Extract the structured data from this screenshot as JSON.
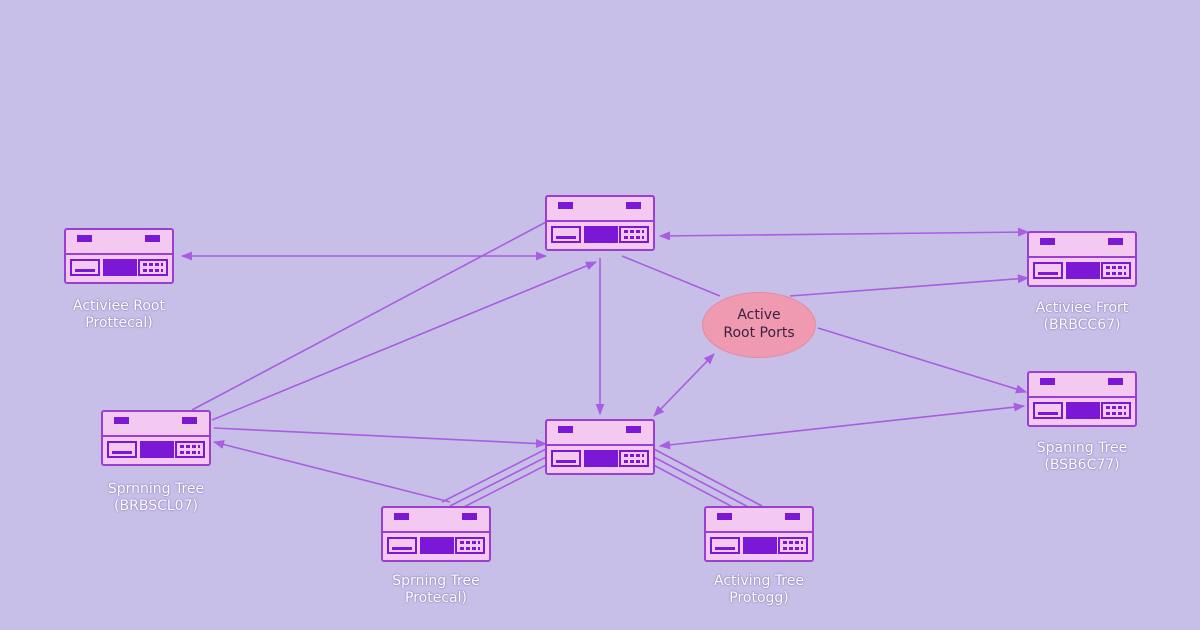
{
  "colors": {
    "background": "#c8bfe8",
    "link": "#a95de0",
    "switch_fill": "#f3c9f1",
    "switch_accent": "#7b18d6",
    "bubble": "#ef9ab0"
  },
  "nodes": [
    {
      "id": "n1",
      "label_line1": "Activiee Root",
      "label_line2": "Prottecal)"
    },
    {
      "id": "n2",
      "label_line1": "",
      "label_line2": ""
    },
    {
      "id": "n3",
      "label_line1": "Activiee Frort",
      "label_line2": "(BRBCC67)"
    },
    {
      "id": "n4",
      "label_line1": "Sprnning Tree",
      "label_line2": "(BRBSCL07)"
    },
    {
      "id": "n5",
      "label_line1": "",
      "label_line2": ""
    },
    {
      "id": "n6",
      "label_line1": "Spaning Tree",
      "label_line2": "(BSB6C77)"
    },
    {
      "id": "n7",
      "label_line1": "Sprning Tree",
      "label_line2": "Protecal)"
    },
    {
      "id": "n8",
      "label_line1": "Activing Tree",
      "label_line2": "Protogg)"
    }
  ],
  "highlight": {
    "line1": "Active",
    "line2": "Root Ports"
  }
}
